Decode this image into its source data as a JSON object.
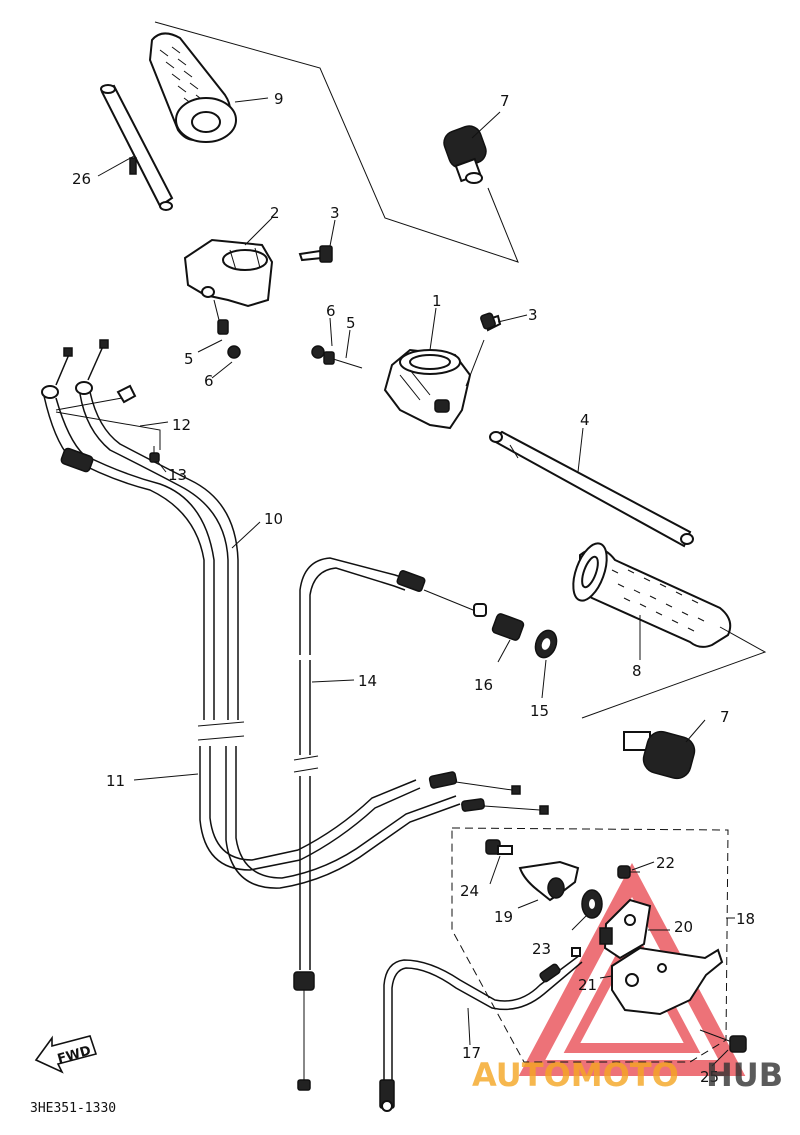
{
  "diagram_code": "3HE351-1330",
  "fwd_label": "FWD",
  "watermark": {
    "part1": "AUTOMOTO",
    "part2": "HUB",
    "color1": "#f5a623",
    "color2": "#333333",
    "triangle_color": "#e8434b"
  },
  "callouts": {
    "c1": "1",
    "c2": "2",
    "c3a": "3",
    "c3b": "3",
    "c4": "4",
    "c5a": "5",
    "c5b": "5",
    "c6a": "6",
    "c6b": "6",
    "c7a": "7",
    "c7b": "7",
    "c8": "8",
    "c9": "9",
    "c10": "10",
    "c11": "11",
    "c12": "12",
    "c13": "13",
    "c14": "14",
    "c15": "15",
    "c16": "16",
    "c17": "17",
    "c18": "18",
    "c19": "19",
    "c20": "20",
    "c21": "21",
    "c22": "22",
    "c23": "23",
    "c24": "24",
    "c25": "25",
    "c26": "26"
  }
}
